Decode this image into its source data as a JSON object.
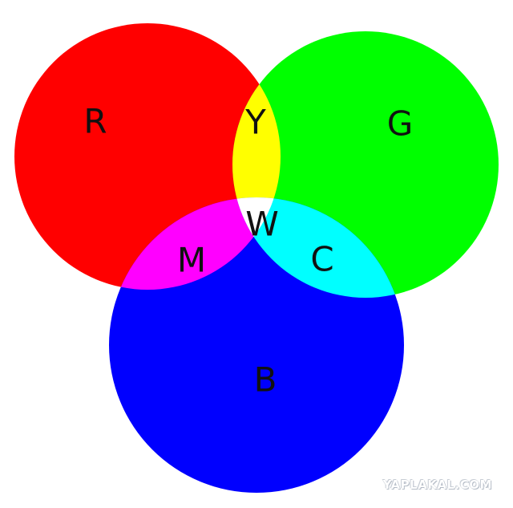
{
  "circles": [
    {
      "id": "red",
      "label": "R",
      "color": "#ff0000"
    },
    {
      "id": "green",
      "label": "G",
      "color": "#00ff00"
    },
    {
      "id": "blue",
      "label": "B",
      "color": "#0000ff"
    }
  ],
  "overlaps": [
    {
      "id": "yellow",
      "label": "Y",
      "color": "#ffff00",
      "of": [
        "red",
        "green"
      ]
    },
    {
      "id": "magenta",
      "label": "M",
      "color": "#ff00ff",
      "of": [
        "red",
        "blue"
      ]
    },
    {
      "id": "cyan",
      "label": "C",
      "color": "#00ffff",
      "of": [
        "green",
        "blue"
      ]
    },
    {
      "id": "white",
      "label": "W",
      "color": "#ffffff",
      "of": [
        "red",
        "green",
        "blue"
      ]
    }
  ],
  "watermark": "YAPLAKAL.COM"
}
